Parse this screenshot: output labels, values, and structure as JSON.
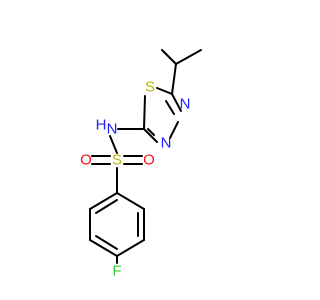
{
  "molecule": {
    "atoms": {
      "sulfur_ring": {
        "symbol": "S",
        "color": "#b8b800"
      },
      "n_ring_upper": {
        "symbol": "N",
        "color": "#2020ff"
      },
      "n_ring_lower": {
        "symbol": "N",
        "color": "#2020ff"
      },
      "amine_n": {
        "symbol": "N",
        "color": "#2020ff"
      },
      "amine_h": {
        "symbol": "H",
        "color": "#2020ff"
      },
      "sulfonyl_s": {
        "symbol": "S",
        "color": "#b8b800"
      },
      "oxygen_left": {
        "symbol": "O",
        "color": "#ff0d0d"
      },
      "oxygen_right": {
        "symbol": "O",
        "color": "#ff0d0d"
      },
      "fluorine": {
        "symbol": "F",
        "color": "#33cc33"
      }
    }
  }
}
